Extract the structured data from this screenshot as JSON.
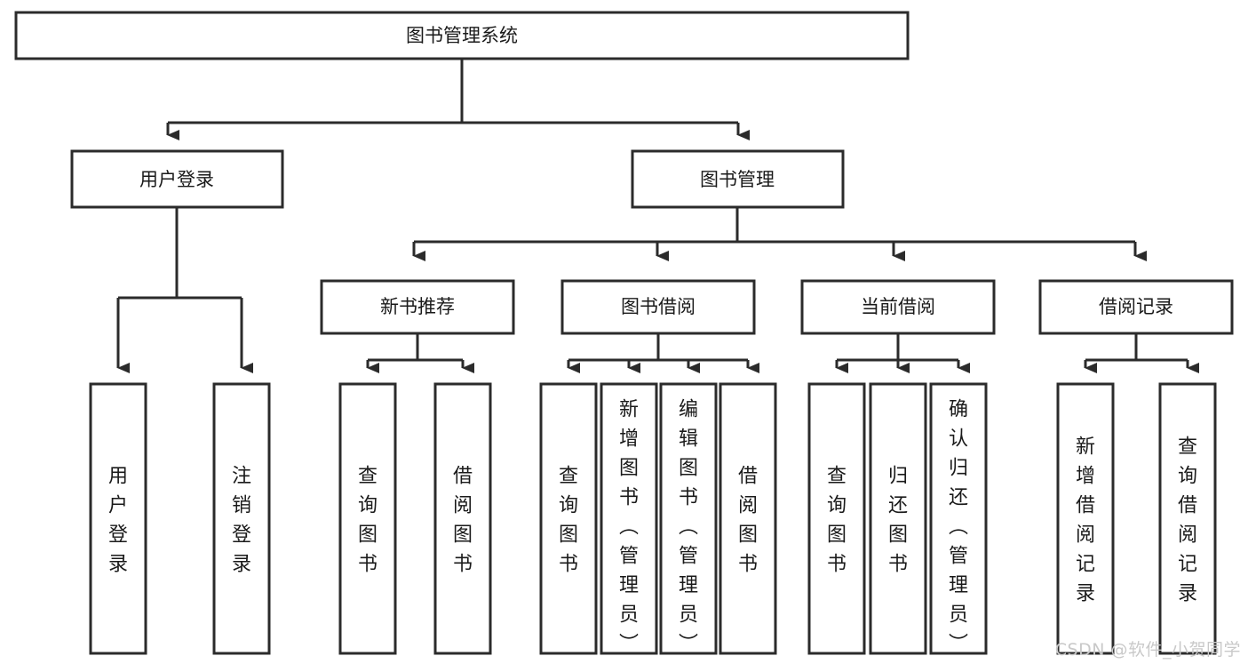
{
  "diagram": {
    "type": "hierarchy-tree",
    "title": "图书管理系统",
    "root": {
      "label": "图书管理系统"
    },
    "level2": [
      {
        "label": "用户登录"
      },
      {
        "label": "图书管理"
      }
    ],
    "level3": [
      {
        "label": "新书推荐"
      },
      {
        "label": "图书借阅"
      },
      {
        "label": "当前借阅"
      },
      {
        "label": "借阅记录"
      }
    ],
    "leaves": {
      "user_login": [
        "用户登录",
        "注销登录"
      ],
      "new_book_recommend": [
        "查询图书",
        "借阅图书"
      ],
      "book_borrow": [
        "查询图书",
        "新增图书（管理员）",
        "编辑图书（管理员）",
        "借阅图书"
      ],
      "current_borrow": [
        "查询图书",
        "归还图书",
        "确认归还（管理员）"
      ],
      "borrow_record": [
        "新增借阅记录",
        "查询借阅记录"
      ]
    }
  },
  "watermark": {
    "text": "CSDN @软件_小贺同学"
  },
  "colors": {
    "box_stroke": "#2b2b2b",
    "box_fill": "#ffffff",
    "text": "#1a1a1a",
    "background": "#ffffff",
    "watermark": "#c9c9c9"
  }
}
